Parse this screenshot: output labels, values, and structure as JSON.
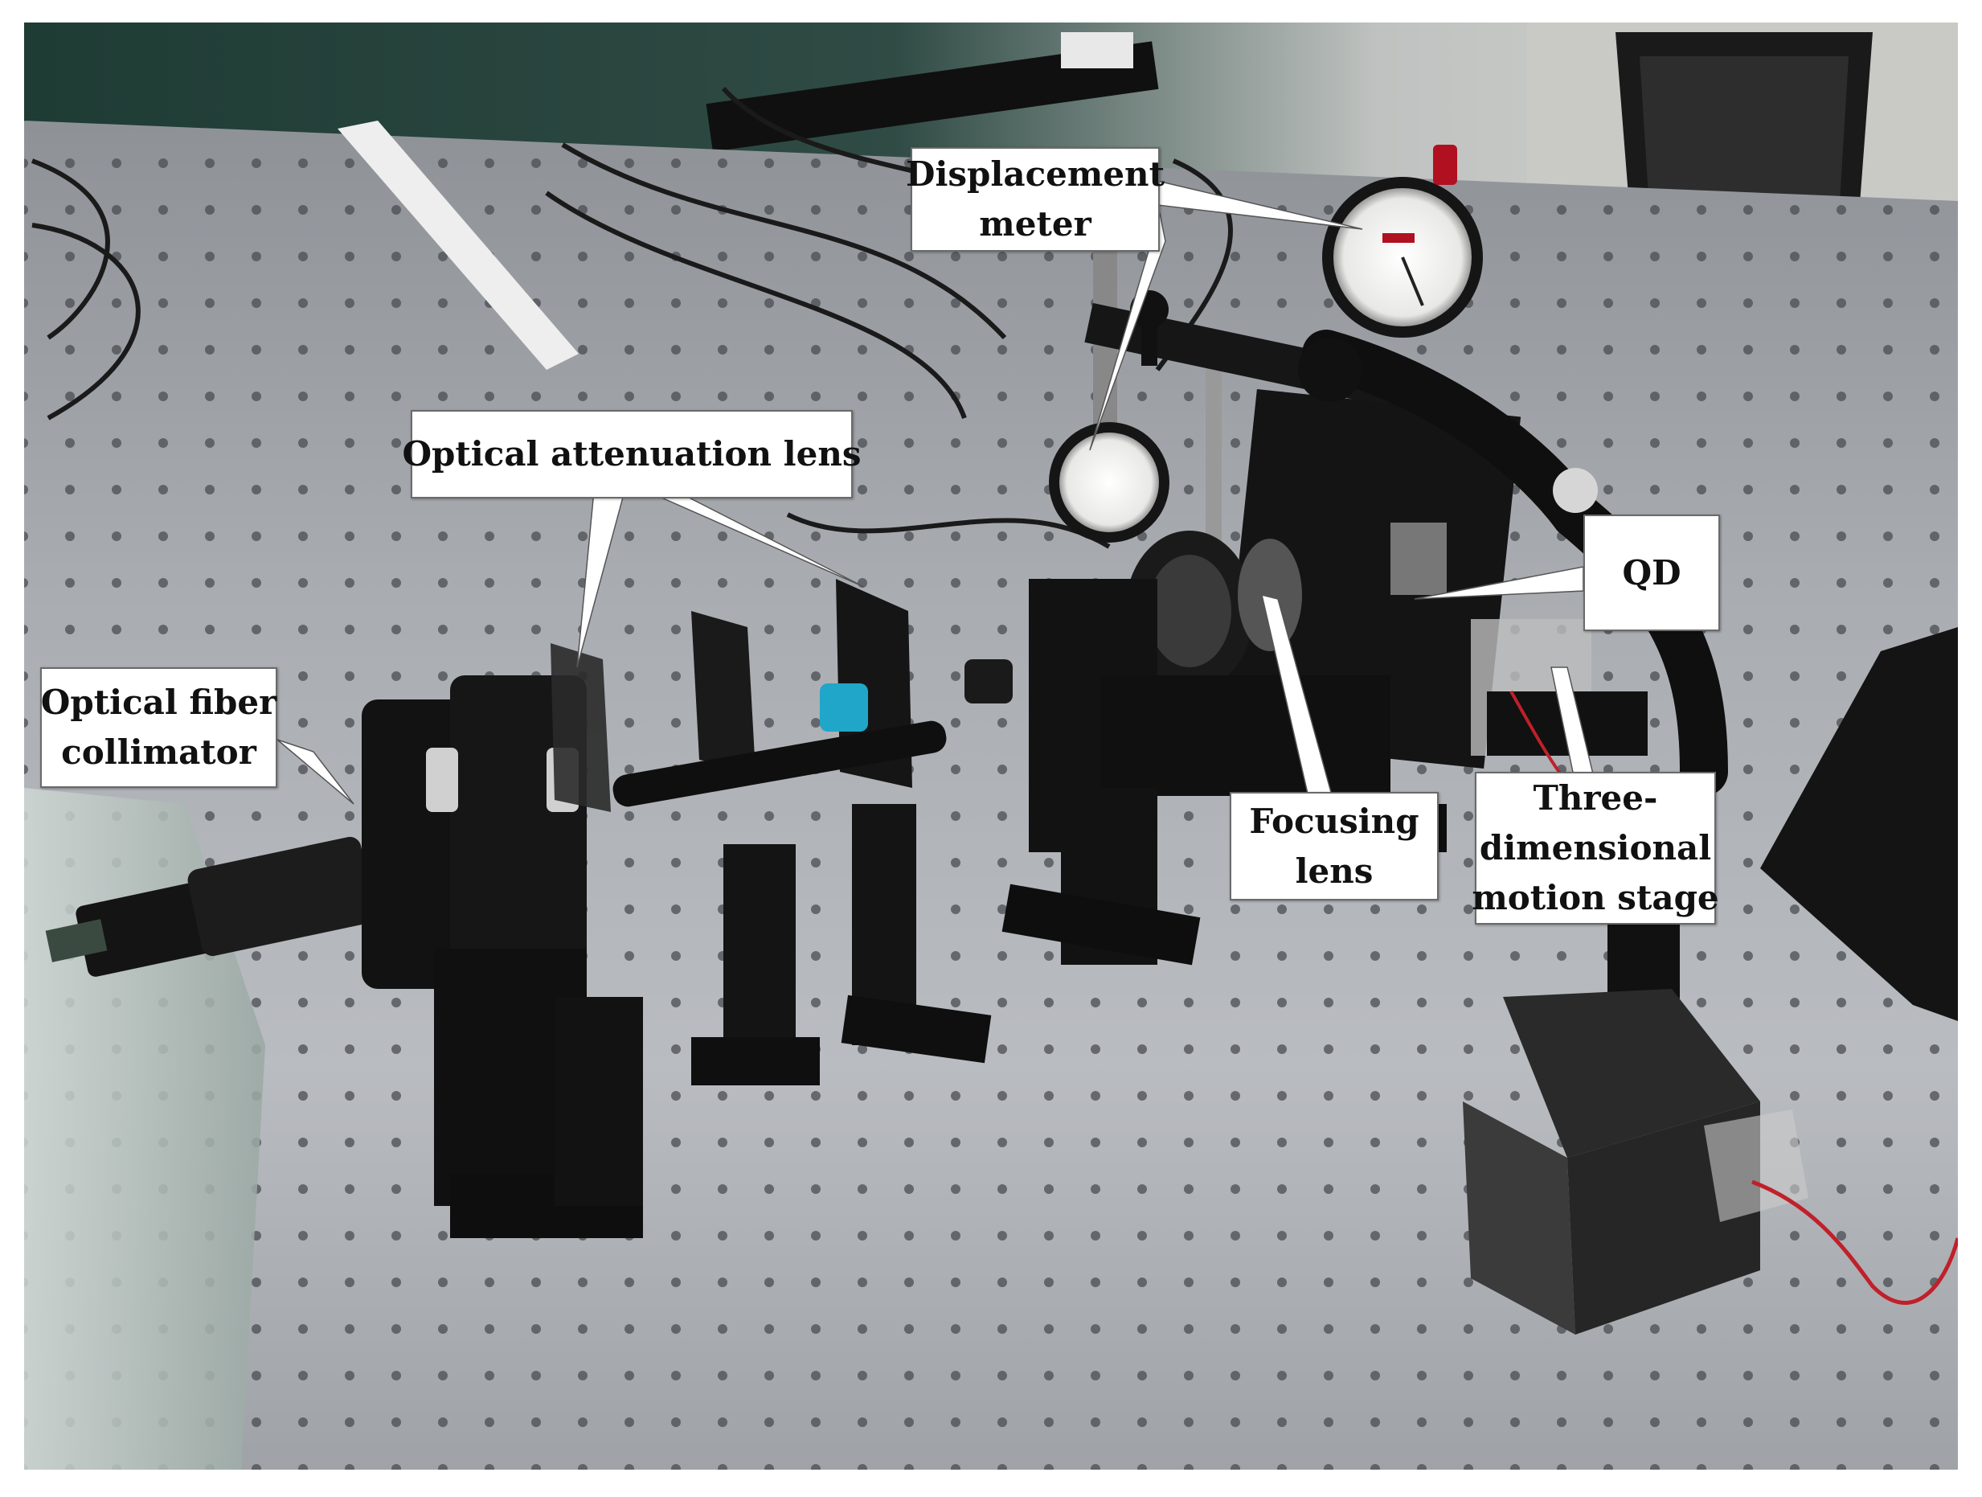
{
  "figure": {
    "labels": {
      "displacement_meter": [
        "Displacement",
        "meter"
      ],
      "optical_attenuation_lens": [
        "Optical attenuation lens"
      ],
      "optical_fiber_collimator": [
        "Optical fiber",
        "collimator"
      ],
      "qd": [
        "QD"
      ],
      "focusing_lens": [
        "Focusing",
        "lens"
      ],
      "three_dimensional_motion_stage": [
        "Three-",
        "dimensional",
        "motion stage"
      ]
    }
  },
  "colors": {
    "table_surface": "#a9adb2",
    "hole": "#4a4d52",
    "equipment": "#141414",
    "callout_border": "#6a6a6a",
    "wire_red": "#c0202a",
    "knob_cyan": "#1fa6c8",
    "indicator_red": "#b01020"
  }
}
